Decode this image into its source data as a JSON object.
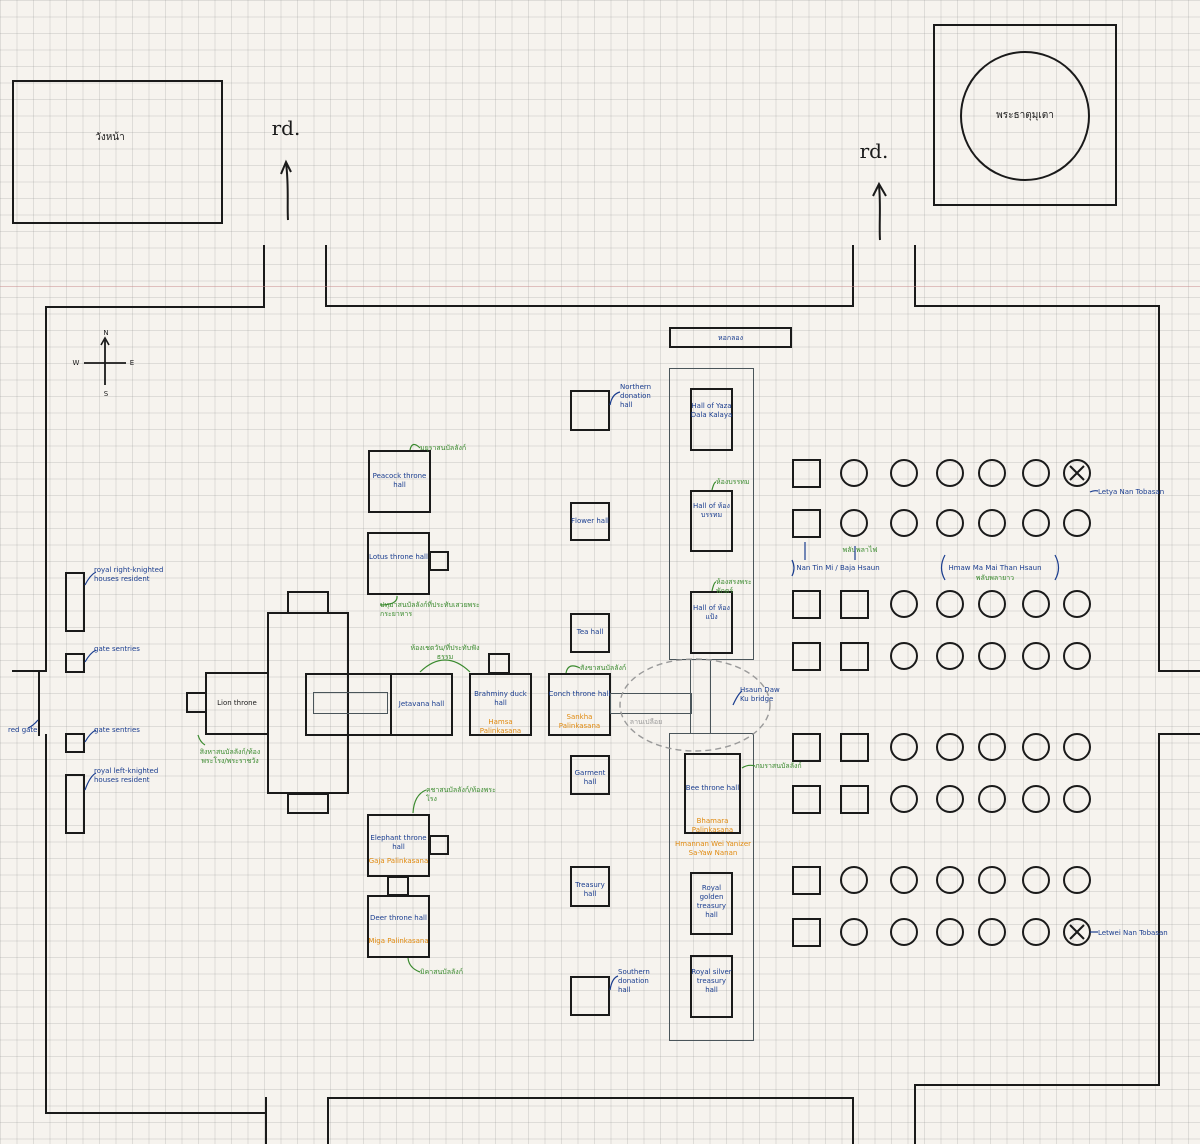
{
  "top": {
    "wang_na": "วังหน้า",
    "stupa": "พระธาตุมุเตา",
    "rd_left": "rd.",
    "rd_right": "rd."
  },
  "compass": {
    "n": "N",
    "s": "S",
    "e": "E",
    "w": "W"
  },
  "west": {
    "right_residence": "royal right-knighted houses resident",
    "gate_sentries_north": "gate sentries",
    "red_gate": "red gate",
    "gate_sentries_south": "gate sentries",
    "left_residence": "royal left-knighted houses resident"
  },
  "halls": {
    "lion": "Lion throne",
    "lion_note": "สิงหาสนบัลลังก์/ท้องพระโรง/พระราชวัง",
    "peacock": "Peacock throne hall",
    "peacock_note": "มยุราสนบัลลังก์",
    "lotus": "Lotus throne hall",
    "lotus_note": "ปทุมาสนบัลลังก์ที่ประทับเสวยพระกระยาหาร",
    "jetavana": "Jetavana hall",
    "jetavana_note": "ห้องเชตวัน/ที่ประทับฟังธรรม",
    "brahminy": "Brahminy duck hall",
    "brahminy_pali": "Hamsa Palinkasana",
    "conch": "Conch throne hall",
    "conch_pali": "Sankha Palinkasana",
    "conch_note": "สังขาสนบัลลังก์",
    "elephant": "Elephant throne hall",
    "elephant_pali": "Gaja Palinkasana",
    "elephant_note": "คชาสนบัลลังก์/ท้องพระโรง",
    "deer": "Deer throne hall",
    "deer_pali": "Miga Palinkasana",
    "deer_note": "มิคาสนบัลลังก์",
    "northern_donation": "Northern donation hall",
    "flower": "Flower hall",
    "tea": "Tea hall",
    "garment": "Garment hall",
    "treasury": "Treasury hall",
    "southern_donation": "Southern donation hall",
    "top_bar": "หอกลอง",
    "yaza": "Hall of Yaza Dala Kalaya",
    "hall_of_2": "Hall of ห้องบรรทม",
    "hall_of_2_note": "ห้องบรรทม",
    "hall_of_3": "Hall of ห้องแป้ง",
    "hall_of_3_note": "ห้องสรงพระพักตร์",
    "bee": "Bee throne hall",
    "bee_pali": "Bhamara Palinkasana",
    "bee_note": "ภมราสนบัลลังก์",
    "bee_sub": "Hmannan Wei Yanizer Sa-Yaw Nanan",
    "royal_golden": "Royal golden treasury hall",
    "royal_silver": "Royal silver treasury hall",
    "bridge": "Hsaun Daw Ku bridge",
    "bridge_circle": "ลานเปลือย"
  },
  "east": {
    "letya": "Letya Nan Tobasan",
    "letwe": "Letwei Nan Tobasan",
    "nan_tin": "Nan Tin Mi / Baja Hsaun",
    "nan_tin_note": "พลับพลาไฟ",
    "hmaw": "Hmaw Ma Mai Than Hsaun",
    "hmaw_note": "พลับพลายาว"
  }
}
